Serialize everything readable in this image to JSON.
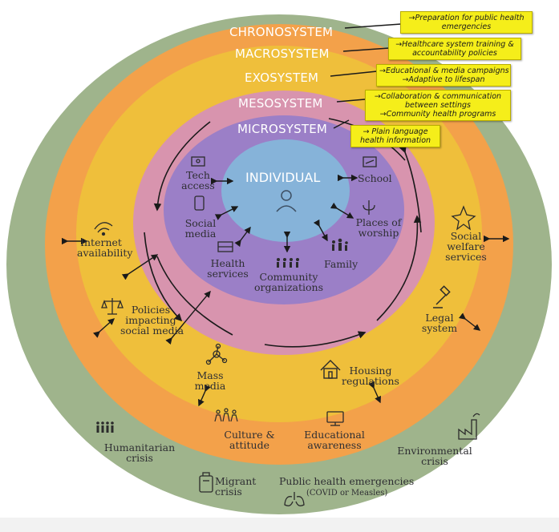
{
  "rings": {
    "chronosystem": "CHRONOSYSTEM",
    "macrosystem": "MACROSYSTEM",
    "exosystem": "EXOSYSTEM",
    "mesosystem": "MESOSYSTEM",
    "microsystem": "MICROSYSTEM",
    "individual": "INDIVIDUAL"
  },
  "callouts": {
    "chrono": [
      "→Preparation for public health",
      "emergencies"
    ],
    "macro": [
      "→Healthcare system training &",
      "accountability policies"
    ],
    "exo": [
      "→Educational & media campaigns",
      "→Adaptive to lifespan"
    ],
    "meso": [
      "→Collaboration & communication",
      "between settings",
      "→Community health programs"
    ],
    "micro": [
      "→ Plain language",
      "health information"
    ]
  },
  "labels": {
    "tech_access": [
      "Tech",
      "access"
    ],
    "school": "School",
    "social_media": [
      "Social",
      "media"
    ],
    "places_of_worship": [
      "Places of",
      "worship"
    ],
    "health_services": [
      "Health",
      "services"
    ],
    "community_organizations": [
      "Community",
      "organizations"
    ],
    "family": "Family",
    "internet_availability": [
      "Internet",
      "availability"
    ],
    "social_welfare_services": [
      "Social",
      "welfare",
      "services"
    ],
    "policies_social_media": [
      "Policies",
      "impacting",
      "social media"
    ],
    "legal_system": [
      "Legal",
      "system"
    ],
    "mass_media": [
      "Mass",
      "media"
    ],
    "housing_regulations": [
      "Housing",
      "regulations"
    ],
    "culture_attitude": [
      "Culture &",
      "attitude"
    ],
    "educational_awareness": [
      "Educational",
      "awareness"
    ],
    "humanitarian_crisis": [
      "Humanitarian",
      "crisis"
    ],
    "environmental_crisis": [
      "Environmental",
      "crisis"
    ],
    "migrant_crisis": [
      "Migrant",
      "crisis"
    ],
    "public_health_emergencies": "Public health emergencies",
    "covid_measles": "(COVID or Measles)"
  },
  "colors": {
    "chrono": "#9fb48c",
    "macro": "#f3a14a",
    "exo": "#efbf3b",
    "meso": "#d894ae",
    "micro": "#9b7fc7",
    "individual": "#86b3d9",
    "callout": "#f5ee1a"
  },
  "icons": [
    "tech-icon",
    "school-icon",
    "social-media-icon",
    "worship-icon",
    "health-icon",
    "community-icon",
    "family-icon",
    "wifi-icon",
    "welfare-icon",
    "scales-icon",
    "gavel-icon",
    "network-icon",
    "house-icon",
    "people-icon",
    "monitor-icon",
    "crowd-icon",
    "factory-icon",
    "luggage-icon",
    "lungs-icon",
    "person-icon"
  ]
}
